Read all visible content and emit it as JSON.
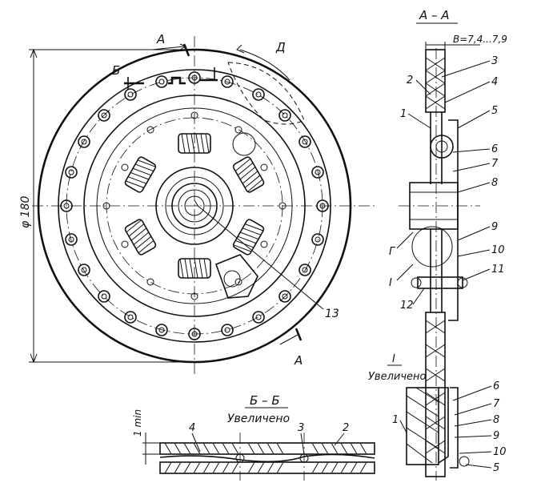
{
  "labels": {
    "section_a_top": "A",
    "section_a_bottom": "A",
    "section_b": "Б",
    "direction": "Д",
    "diameter": "φ 180",
    "callout_13": "13",
    "section_aa_title": "A – A",
    "thickness": "B=7,4...7,9",
    "parts_aa": [
      "1",
      "2",
      "3",
      "4",
      "5",
      "6",
      "7",
      "8",
      "9",
      "10",
      "11",
      "12"
    ],
    "detail_g": "Г",
    "detail_i": "I",
    "detail_i_title": "I",
    "detail_i_sub": "Увеличено",
    "detail_i_parts": [
      "6",
      "7",
      "8",
      "9",
      "10",
      "5",
      "1"
    ],
    "section_bb_title": "Б – Б",
    "section_bb_sub": "Увеличено",
    "bb_parts": [
      "4",
      "3",
      "2"
    ],
    "bb_dim": "1 min"
  }
}
